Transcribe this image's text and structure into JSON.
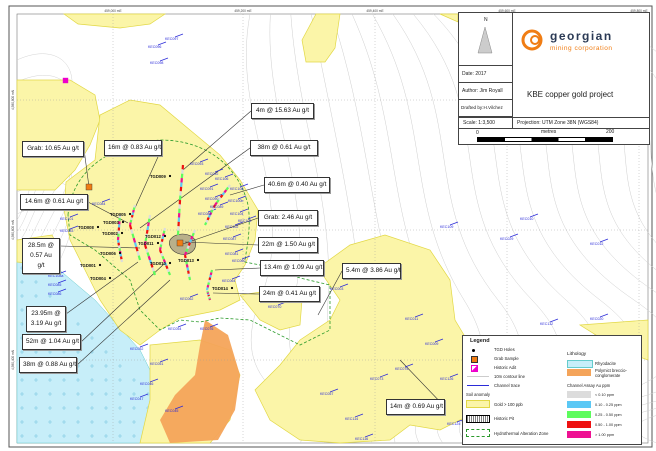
{
  "grid": {
    "x_labels": [
      "459,000 mE",
      "459,200 mE",
      "459,400 mE",
      "459,600 mE",
      "459,800 mE"
    ],
    "y_labels": [
      "4,580,800 mN",
      "4,580,600 mN",
      "4,580,400 mN"
    ]
  },
  "title_block": {
    "north_label": "N",
    "company_line1": "georgian",
    "company_line2": "mining corporation",
    "date": "Date:  2017",
    "author": "Author: Jim Royall",
    "drafted": "Drafted by:H.Vilchez",
    "project": "KBE copper gold project",
    "scale": "Scale: 1:3,500",
    "projection": "Projection: UTM Zone 38N (WGS84)",
    "scalebar_start": "0",
    "scalebar_unit": "metres",
    "scalebar_end": "200"
  },
  "callouts": [
    {
      "text": "4m @ 15.63 Au g/t"
    },
    {
      "text": "16m @ 0.83 Au g/t"
    },
    {
      "text": "38m @ 0.61 Au g/t"
    },
    {
      "text": "Grab: 10.65 Au g/t"
    },
    {
      "text": "40.6m @ 0.40 Au g/t"
    },
    {
      "text": "14.6m @ 0.61 Au g/t"
    },
    {
      "text": "Grab: 2.46 Au g/t"
    },
    {
      "text": "28.5m @ 0.57 Au g/t"
    },
    {
      "text": "22m @ 1.50 Au g/t"
    },
    {
      "text": "13.4m @ 1.09 Au g/t"
    },
    {
      "text": "5.4m @ 3.86 Au g/t"
    },
    {
      "text": "24m @ 0.41 Au g/t"
    },
    {
      "text": "23.95m @ 3.19 Au g/t"
    },
    {
      "text": "52m @ 1.04 Au g/t"
    },
    {
      "text": "38m @ 0.88 Au g/t"
    },
    {
      "text": "14m @ 0.69 Au g/t"
    }
  ],
  "holes": [
    "TGD009",
    "TGD005",
    "TGD003",
    "TGD008",
    "TGD002",
    "TGD012",
    "TGD011",
    "TGD013",
    "TGD010",
    "TGD006",
    "TGD001",
    "TGD004",
    "TGD014"
  ],
  "channels": [
    "KEC097",
    "KEC096",
    "KEC098",
    "KEC093",
    "KEC092",
    "KEC106",
    "KEC108",
    "KEC091",
    "KEC090",
    "KEC089",
    "KEC088",
    "KEC100b",
    "KEC104",
    "KEC105",
    "KEC102",
    "KEC101",
    "KEC083",
    "KEC084",
    "KEC108a",
    "KEC085",
    "KEC086",
    "KEC087",
    "KEC081",
    "KEC060",
    "KEC062",
    "KEC064",
    "KEC070",
    "KEC003",
    "KEC109",
    "KEC029",
    "KEC011",
    "KEC009",
    "KEC076",
    "KEC054",
    "KEC052",
    "KEC051",
    "KEC046",
    "KEC047",
    "KEC045",
    "KEC057",
    "KEC114",
    "KEC116",
    "KEC124",
    "KEC126",
    "KEC112",
    "KEC020",
    "KEC010",
    "KEC012",
    "KEC073",
    "KEC075"
  ],
  "legend": {
    "title": "Legend",
    "items": [
      "TGD Holes",
      "Grab Sample",
      "Historic Adit",
      "10m contour line",
      "Channel trace"
    ],
    "soil_title": "Soil anomaly",
    "soil_item": "Gold > 100 ppb",
    "pit": "Historic Pit",
    "alteration": "Hydrothermal Alteration Zone",
    "lithology_title": "Lithology",
    "lithology": [
      "Rhyodacite",
      "Polymict breccio-conglomerate"
    ],
    "assay_title": "Channel Assay Au ppm",
    "assay": [
      {
        "label": "< 0.10 ppm",
        "color": "#dcdcdc"
      },
      {
        "label": "0.10 -  0.25 ppm",
        "color": "#5bc8f5"
      },
      {
        "label": "0.25 - 0.50 ppm",
        "color": "#5dfc5d"
      },
      {
        "label": "0.50 - 1.00 ppm",
        "color": "#ee1111"
      },
      {
        "label": "> 1.00 ppm",
        "color": "#ee1192"
      }
    ]
  },
  "colors": {
    "soil": "#fbf5a8",
    "rhyodacite": "#c7eef9",
    "breccia": "#f4a45a",
    "alteration": "#2a9a2a",
    "channel": "#2b2bd8",
    "grab": "#f07d14",
    "brand_orange": "#f07d14",
    "brand_navy": "#2b3a55"
  }
}
